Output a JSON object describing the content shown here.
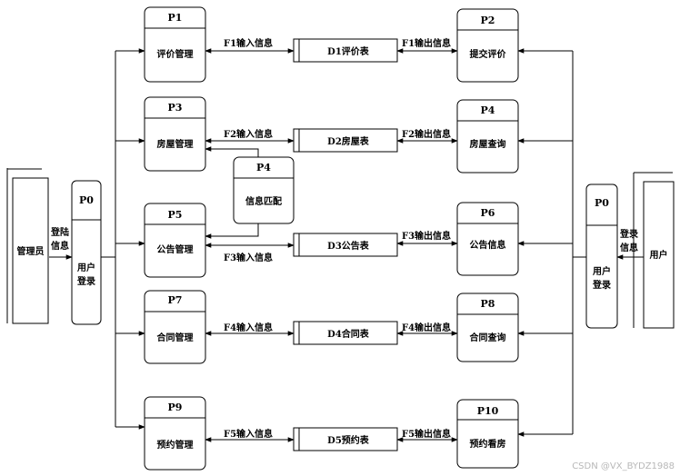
{
  "diagram": {
    "external_entities": {
      "admin": "管理员",
      "user": "用户"
    },
    "processes": {
      "p0_left": {
        "id": "P0",
        "name_line1": "用户",
        "name_line2": "登录"
      },
      "p0_right": {
        "id": "P0",
        "name_line1": "用户",
        "name_line2": "登录"
      },
      "p1": {
        "id": "P1",
        "name": "评价管理"
      },
      "p2": {
        "id": "P2",
        "name": "提交评价"
      },
      "p3": {
        "id": "P3",
        "name": "房屋管理"
      },
      "p4": {
        "id": "P4",
        "name": "信息匹配"
      },
      "p5": {
        "id": "P5",
        "name": "公告管理"
      },
      "p6": {
        "id": "P6",
        "name": "公告信息"
      },
      "p7": {
        "id": "P7",
        "name": "合同管理"
      },
      "p8": {
        "id": "P8",
        "name": "合同查询"
      },
      "p9": {
        "id": "P9",
        "name": "预约管理"
      },
      "p10": {
        "id": "P10",
        "name": "预约看房"
      }
    },
    "data_stores": {
      "d1": "D1评价表",
      "d2": "D2房屋表",
      "d3": "D3公告表",
      "d4": "D4合同表",
      "d5": "D5预约表"
    },
    "flows": {
      "login_left_1": "登陆",
      "login_left_2": "信息",
      "login_right_1": "登录",
      "login_right_2": "信息",
      "f1_in": "F1输入信息",
      "f1_out": "F1输出信息",
      "f2_in": "F2输入信息",
      "f2_out": "F2输出信息",
      "f3_in": "F3输入信息",
      "f3_out": "F3输出信息",
      "f4_in": "F4输入信息",
      "f4_out": "F4输出信息",
      "f5_in": "F5输入信息",
      "f5_out": "F5输出信息"
    },
    "watermark": "CSDN @VX_BYDZ1988"
  }
}
